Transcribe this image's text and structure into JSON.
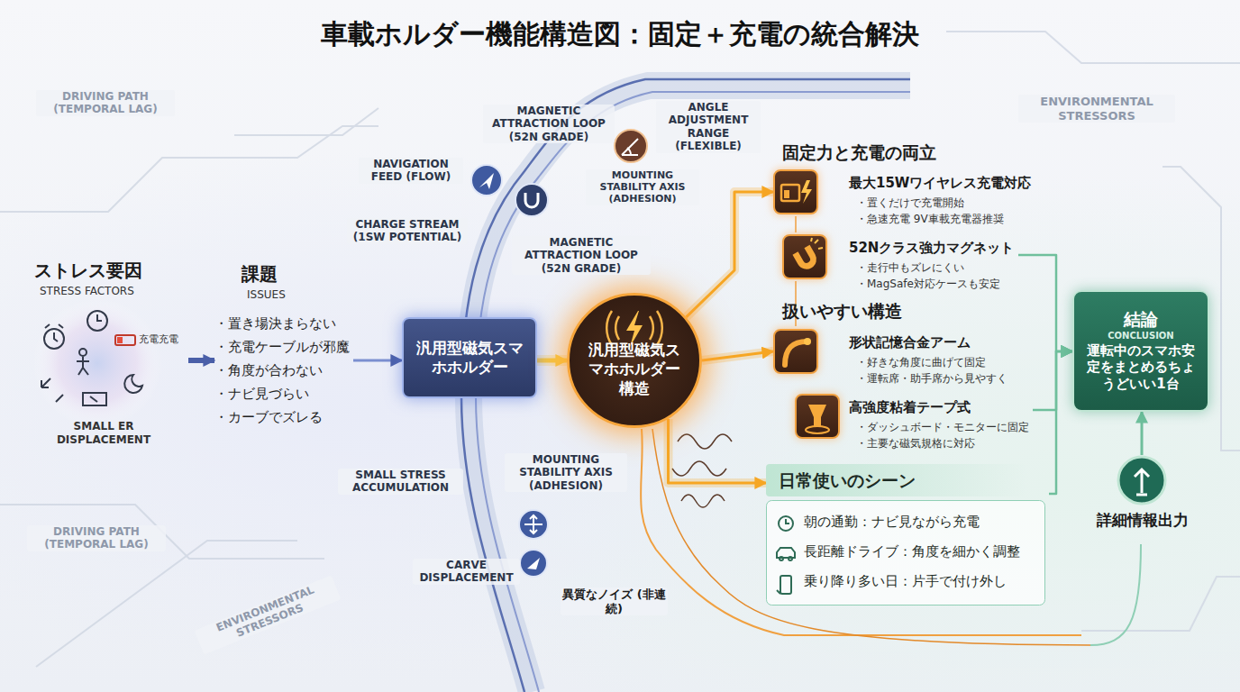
{
  "diagram": {
    "title": "車載ホルダー機能構造図：固定＋充電の統合解決",
    "nodes": [
      {
        "text": [
          "ストレス要因",
          "STRESS FACTORS",
          "充電充電",
          "SMALL ER DISPLACEMENT"
        ]
      },
      {
        "text": [
          "課題",
          "ISSUES",
          "・置き場決まらない",
          "・充電ケーブルが邪魔",
          "・角度が合わない",
          "・ナビ見づらい",
          "・カーブでズレる"
        ]
      },
      {
        "text": [
          "汎用型磁気スマホホルダー"
        ]
      },
      {
        "text": [
          "汎用型磁気スマホホルダー構造"
        ]
      },
      {
        "text": [
          "最大15Wワイヤレス充電対応",
          "・置くだけで充電開始",
          "・急速充電 9V車載充電器推奨"
        ]
      },
      {
        "text": [
          "52Nクラス強力マグネット",
          "・走行中もズレにくい",
          "・MagSafe対応ケースも安定"
        ]
      },
      {
        "text": [
          "形状記憶合金アーム",
          "・好きな角度に曲げて固定",
          "・運転席・助手席から見やすく"
        ]
      },
      {
        "text": [
          "高強度粘着テープ式",
          "・ダッシュボード・モニターに固定",
          "・主要な磁気規格に対応"
        ]
      },
      {
        "text": [
          "日常使いのシーン",
          "朝の通勤：ナビ見ながら充電",
          "長距離ドライブ：角度を細かく調整",
          "乗り降り多い日：片手で付け外し"
        ]
      },
      {
        "text": [
          "結論",
          "CONCLUSION",
          "運転中のスマホ安定をまとめるちょうどいい1台"
        ]
      },
      {
        "text": [
          "詳細情報出力"
        ]
      }
    ],
    "edges": [
      {
        "from": 0,
        "to": 1,
        "arrow": "to"
      },
      {
        "from": 1,
        "to": 2,
        "arrow": "to"
      },
      {
        "from": 2,
        "to": 3,
        "arrow": "to"
      },
      {
        "from": 3,
        "to": 4,
        "arrow": "to"
      },
      {
        "from": 3,
        "to": 6,
        "arrow": "to"
      },
      {
        "from": 3,
        "to": 8,
        "arrow": "to"
      },
      {
        "from": 5,
        "to": 9,
        "arrow": "to"
      },
      {
        "from": 7,
        "to": 9,
        "arrow": "to"
      },
      {
        "from": 8,
        "to": 9,
        "arrow": "to"
      },
      {
        "from": 10,
        "to": 9,
        "arrow": "to"
      }
    ],
    "labels": [
      "DRIVING PATH (TEMPORAL LAG)",
      "NAVIGATION FEED (FLOW)",
      "MAGNETIC ATTRACTION LOOP (52N GRADE)",
      "ANGLE ADJUSTMENT RANGE (FLEXIBLE)",
      "MOUNTING STABILITY AXIS (ADHESION)",
      "ENVIRONMENTAL STRESSORS",
      "CHARGE STREAM (1SW POTENTIAL)",
      "MAGNETIC ATTRACTION LOOP (52N GRADE)",
      "固定力と充電の両立",
      "扱いやすい構造",
      "SMALL STRESS ACCUMULATION",
      "MOUNTING STABILITY AXIS (ADHESION)",
      "DRIVING PATH (TEMPORAL LAG)",
      "CARVE DISPLACEMENT",
      "異質なノイズ (非連続)",
      "ENVIRONMENTAL STRESSORS"
    ]
  }
}
